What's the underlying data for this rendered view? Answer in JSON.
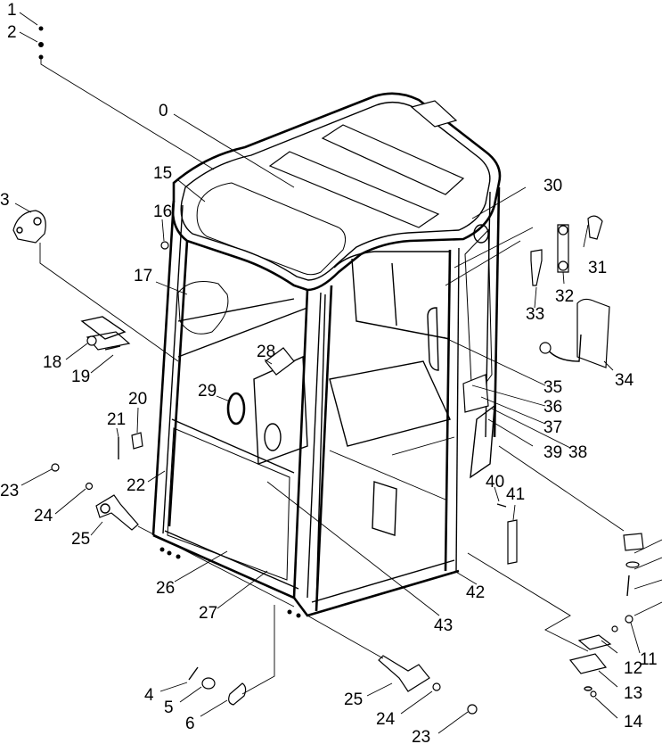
{
  "callouts": [
    {
      "id": "c1",
      "text": "1"
    },
    {
      "id": "c2",
      "text": "2"
    },
    {
      "id": "c0",
      "text": "0"
    },
    {
      "id": "c3",
      "text": "3"
    },
    {
      "id": "c15",
      "text": "15"
    },
    {
      "id": "c16",
      "text": "16"
    },
    {
      "id": "c17",
      "text": "17"
    },
    {
      "id": "c18",
      "text": "18"
    },
    {
      "id": "c19",
      "text": "19"
    },
    {
      "id": "c20",
      "text": "20"
    },
    {
      "id": "c21",
      "text": "21"
    },
    {
      "id": "c22",
      "text": "22"
    },
    {
      "id": "c23a",
      "text": "23"
    },
    {
      "id": "c24a",
      "text": "24"
    },
    {
      "id": "c25a",
      "text": "25"
    },
    {
      "id": "c26",
      "text": "26"
    },
    {
      "id": "c27",
      "text": "27"
    },
    {
      "id": "c28",
      "text": "28"
    },
    {
      "id": "c29",
      "text": "29"
    },
    {
      "id": "c30",
      "text": "30"
    },
    {
      "id": "c31",
      "text": "31"
    },
    {
      "id": "c32",
      "text": "32"
    },
    {
      "id": "c33",
      "text": "33"
    },
    {
      "id": "c34",
      "text": "34"
    },
    {
      "id": "c35",
      "text": "35"
    },
    {
      "id": "c36",
      "text": "36"
    },
    {
      "id": "c37",
      "text": "37"
    },
    {
      "id": "c38",
      "text": "38"
    },
    {
      "id": "c39",
      "text": "39"
    },
    {
      "id": "c40",
      "text": "40"
    },
    {
      "id": "c41",
      "text": "41"
    },
    {
      "id": "c42",
      "text": "42"
    },
    {
      "id": "c43",
      "text": "43"
    },
    {
      "id": "c4",
      "text": "4"
    },
    {
      "id": "c5",
      "text": "5"
    },
    {
      "id": "c6",
      "text": "6"
    },
    {
      "id": "c25b",
      "text": "25"
    },
    {
      "id": "c24b",
      "text": "24"
    },
    {
      "id": "c23b",
      "text": "23"
    },
    {
      "id": "c11",
      "text": "11"
    },
    {
      "id": "c12",
      "text": "12"
    },
    {
      "id": "c13",
      "text": "13"
    },
    {
      "id": "c14",
      "text": "14"
    }
  ]
}
